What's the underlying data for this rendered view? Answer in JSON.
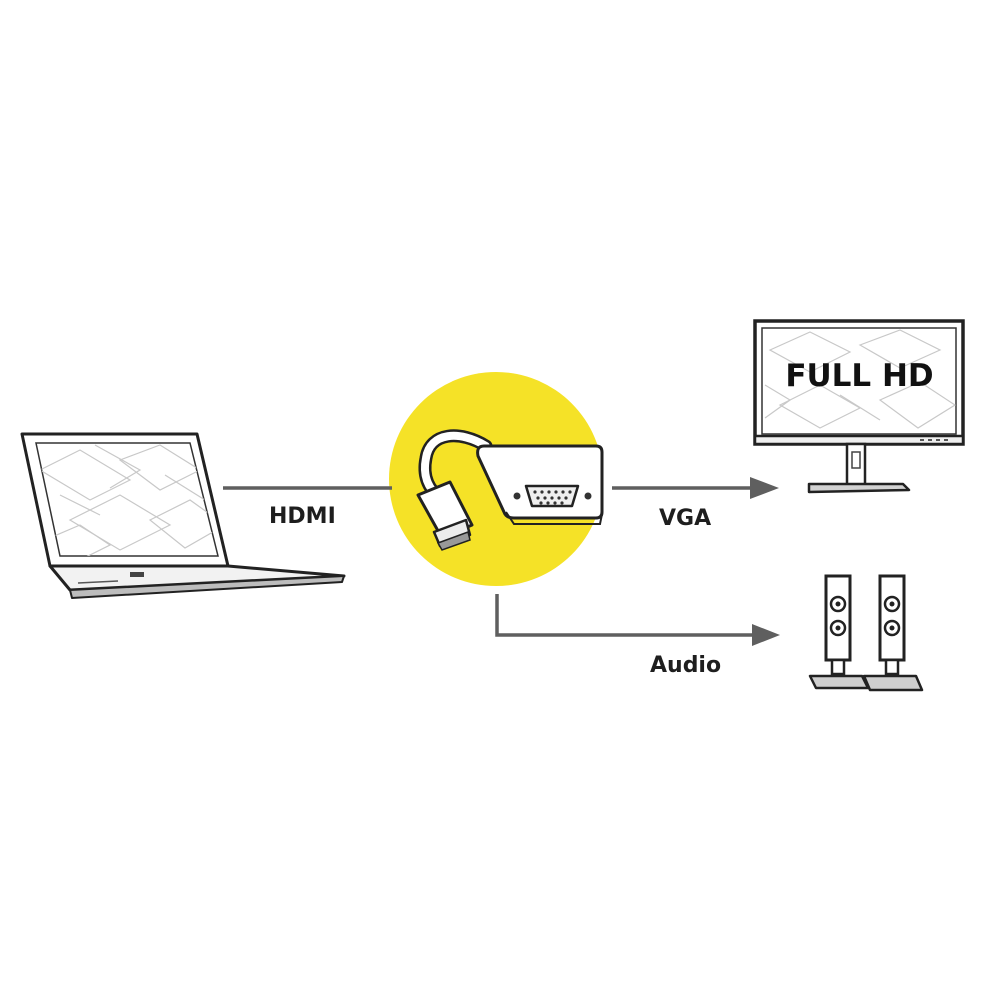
{
  "labels": {
    "hdmi": "HDMI",
    "vga": "VGA",
    "audio": "Audio",
    "monitor_screen": "FULL HD"
  },
  "colors": {
    "highlight": "#f5e227",
    "connector": "#5f5f5f",
    "outline": "#222222"
  }
}
